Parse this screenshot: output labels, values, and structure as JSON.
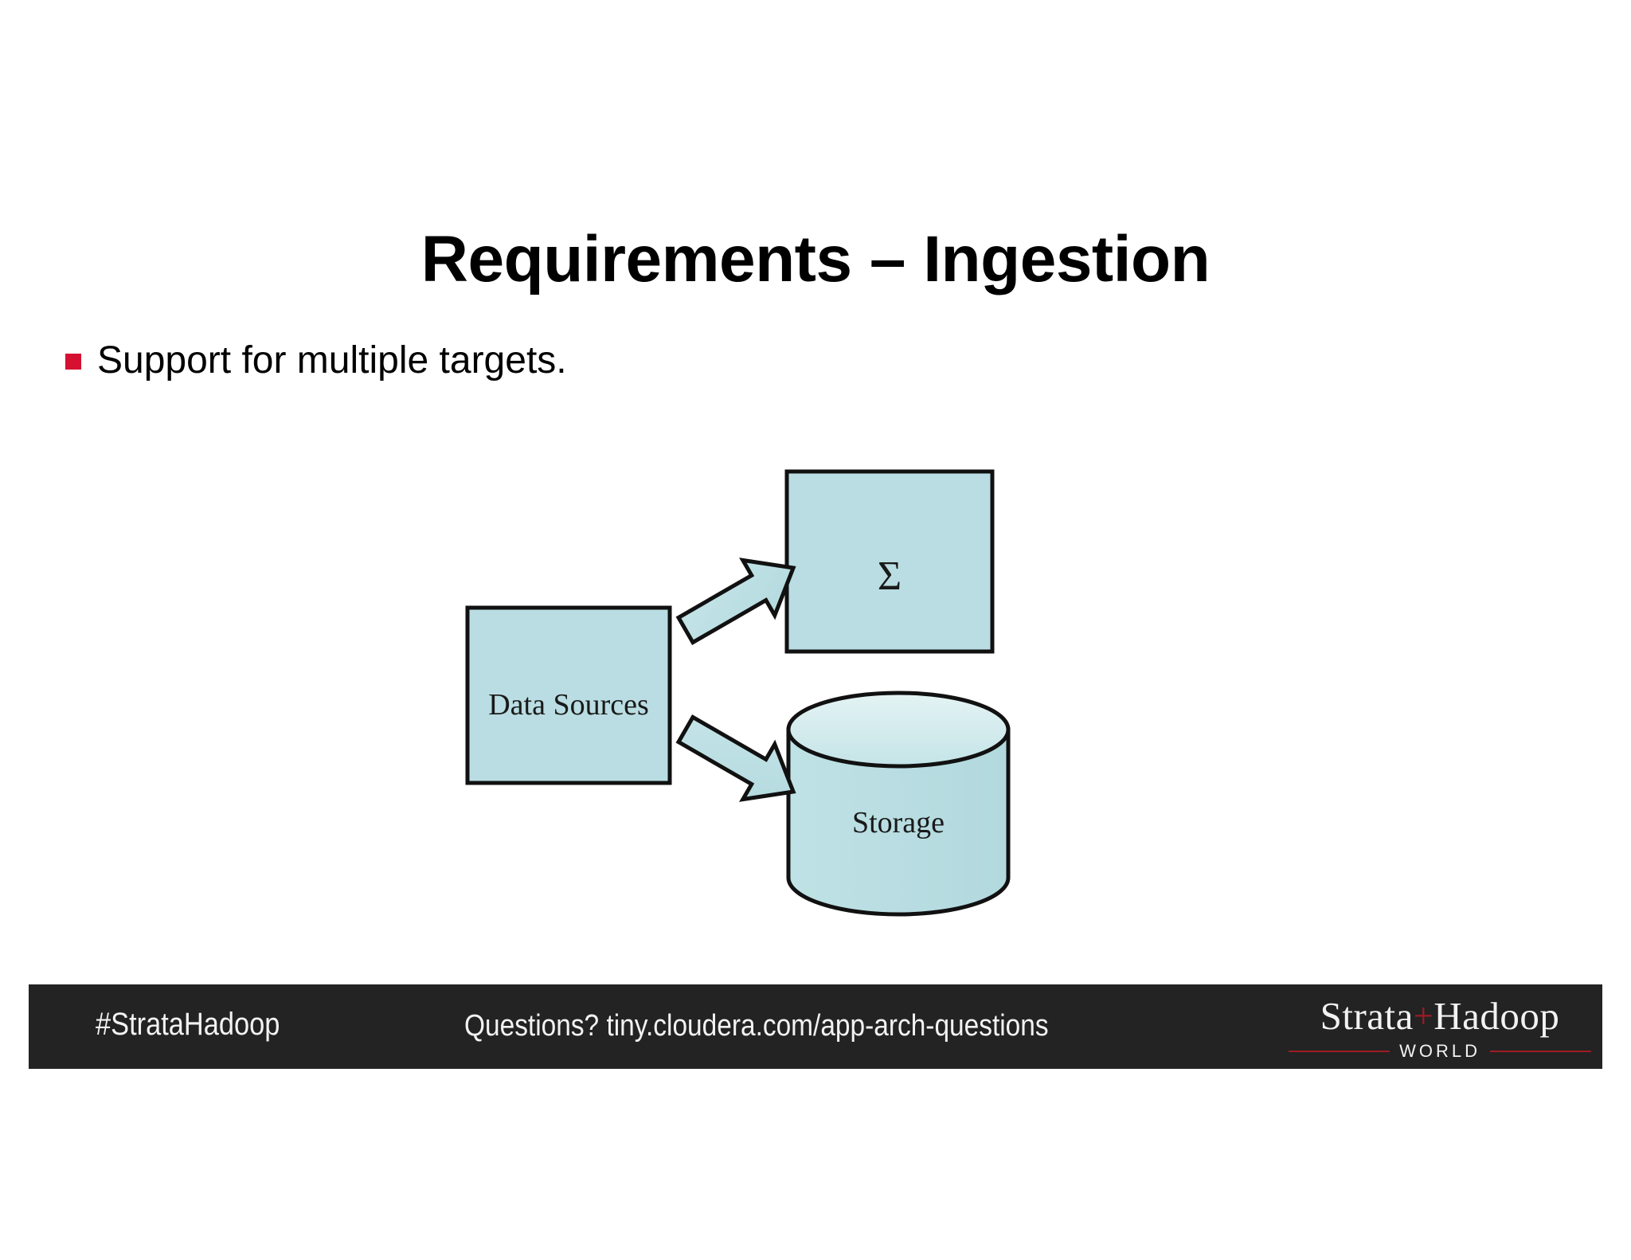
{
  "slide": {
    "title": "Requirements – Ingestion",
    "background_color": "#ffffff",
    "bullets": [
      {
        "text": "Support for multiple targets.",
        "marker": "square-bullet",
        "marker_color": "#d51031"
      }
    ]
  },
  "diagram": {
    "type": "flow",
    "accent_fill": "#b9dde2",
    "accent_fill_light": "#d8eef0",
    "outline_color": "#111111",
    "nodes": [
      {
        "id": "data-sources",
        "label": "Data Sources",
        "shape": "rectangle"
      },
      {
        "id": "compute",
        "label": "Σ",
        "shape": "rectangle"
      },
      {
        "id": "storage",
        "label": "Storage",
        "shape": "cylinder"
      }
    ],
    "edges": [
      {
        "id": "edge-sources-to-compute",
        "from": "data-sources",
        "to": "compute",
        "style": "block-arrow"
      },
      {
        "id": "edge-sources-to-storage",
        "from": "data-sources",
        "to": "storage",
        "style": "block-arrow"
      }
    ]
  },
  "footer": {
    "background_color": "#232323",
    "hashtag": "#StrataHadoop",
    "questions": "Questions? tiny.cloudera.com/app-arch-questions",
    "logo": {
      "brand_left": "Strata",
      "brand_plus": "+",
      "brand_right": "Hadoop",
      "subtitle": "WORLD",
      "accent_color": "#9e1b24"
    }
  }
}
